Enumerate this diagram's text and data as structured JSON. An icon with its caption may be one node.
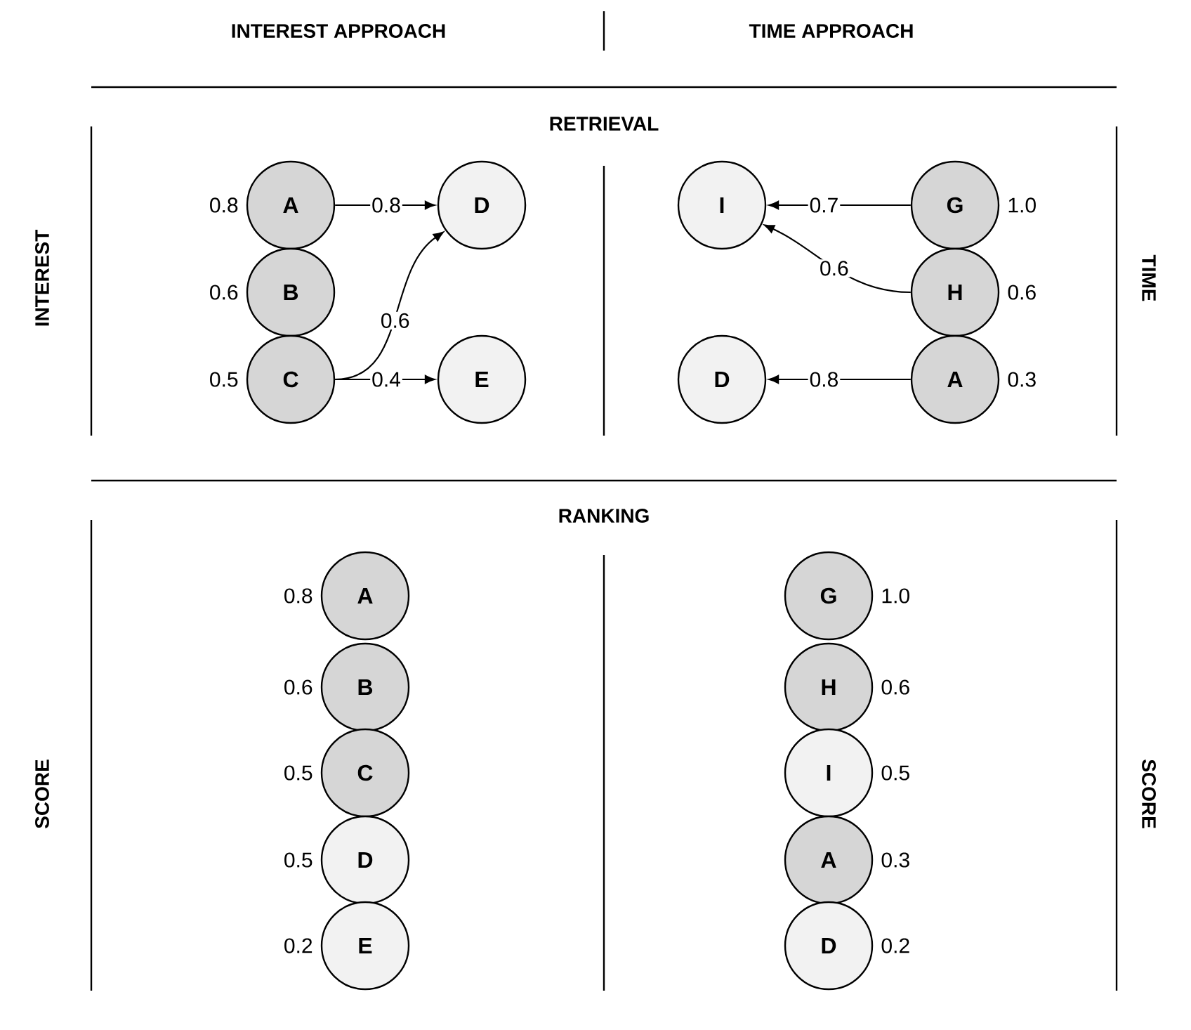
{
  "diagram": {
    "nodes": [
      {
        "text": [
          "A"
        ],
        "beside": [
          "0.8"
        ]
      },
      {
        "text": [
          "D"
        ]
      },
      {
        "text": [
          "B"
        ],
        "beside": [
          "0.6"
        ]
      },
      {
        "text": [
          "C"
        ],
        "beside": [
          "0.5"
        ]
      },
      {
        "text": [
          "E"
        ]
      },
      {
        "text": [
          "I"
        ]
      },
      {
        "text": [
          "G"
        ],
        "beside": [
          "1.0"
        ]
      },
      {
        "text": [
          "H"
        ],
        "beside": [
          "0.6"
        ]
      },
      {
        "text": [
          "D"
        ]
      },
      {
        "text": [
          "A"
        ],
        "beside": [
          "0.3"
        ]
      },
      {
        "text": [
          "A"
        ],
        "beside": [
          "0.8"
        ]
      },
      {
        "text": [
          "B"
        ],
        "beside": [
          "0.6"
        ]
      },
      {
        "text": [
          "C"
        ],
        "beside": [
          "0.5"
        ]
      },
      {
        "text": [
          "D"
        ],
        "beside": [
          "0.5"
        ]
      },
      {
        "text": [
          "E"
        ],
        "beside": [
          "0.2"
        ]
      },
      {
        "text": [
          "G"
        ],
        "beside": [
          "1.0"
        ]
      },
      {
        "text": [
          "H"
        ],
        "beside": [
          "0.6"
        ]
      },
      {
        "text": [
          "I"
        ],
        "beside": [
          "0.5"
        ]
      },
      {
        "text": [
          "A"
        ],
        "beside": [
          "0.3"
        ]
      },
      {
        "text": [
          "D"
        ],
        "beside": [
          "0.2"
        ]
      }
    ],
    "edges": [
      {
        "from": 0,
        "to": 1,
        "arrow": "to",
        "label": "0.8"
      },
      {
        "from": 3,
        "to": 1,
        "arrow": "to",
        "label": "0.6"
      },
      {
        "from": 3,
        "to": 4,
        "arrow": "to",
        "label": "0.4"
      },
      {
        "from": 6,
        "to": 5,
        "arrow": "to",
        "label": "0.7"
      },
      {
        "from": 7,
        "to": 5,
        "arrow": "to",
        "label": "0.6"
      },
      {
        "from": 9,
        "to": 8,
        "arrow": "to",
        "label": "0.8"
      }
    ],
    "labels": [
      "INTEREST APPROACH",
      "TIME APPROACH",
      "RETRIEVAL",
      "INTEREST",
      "TIME",
      "RANKING",
      "SCORE",
      "SCORE"
    ]
  }
}
